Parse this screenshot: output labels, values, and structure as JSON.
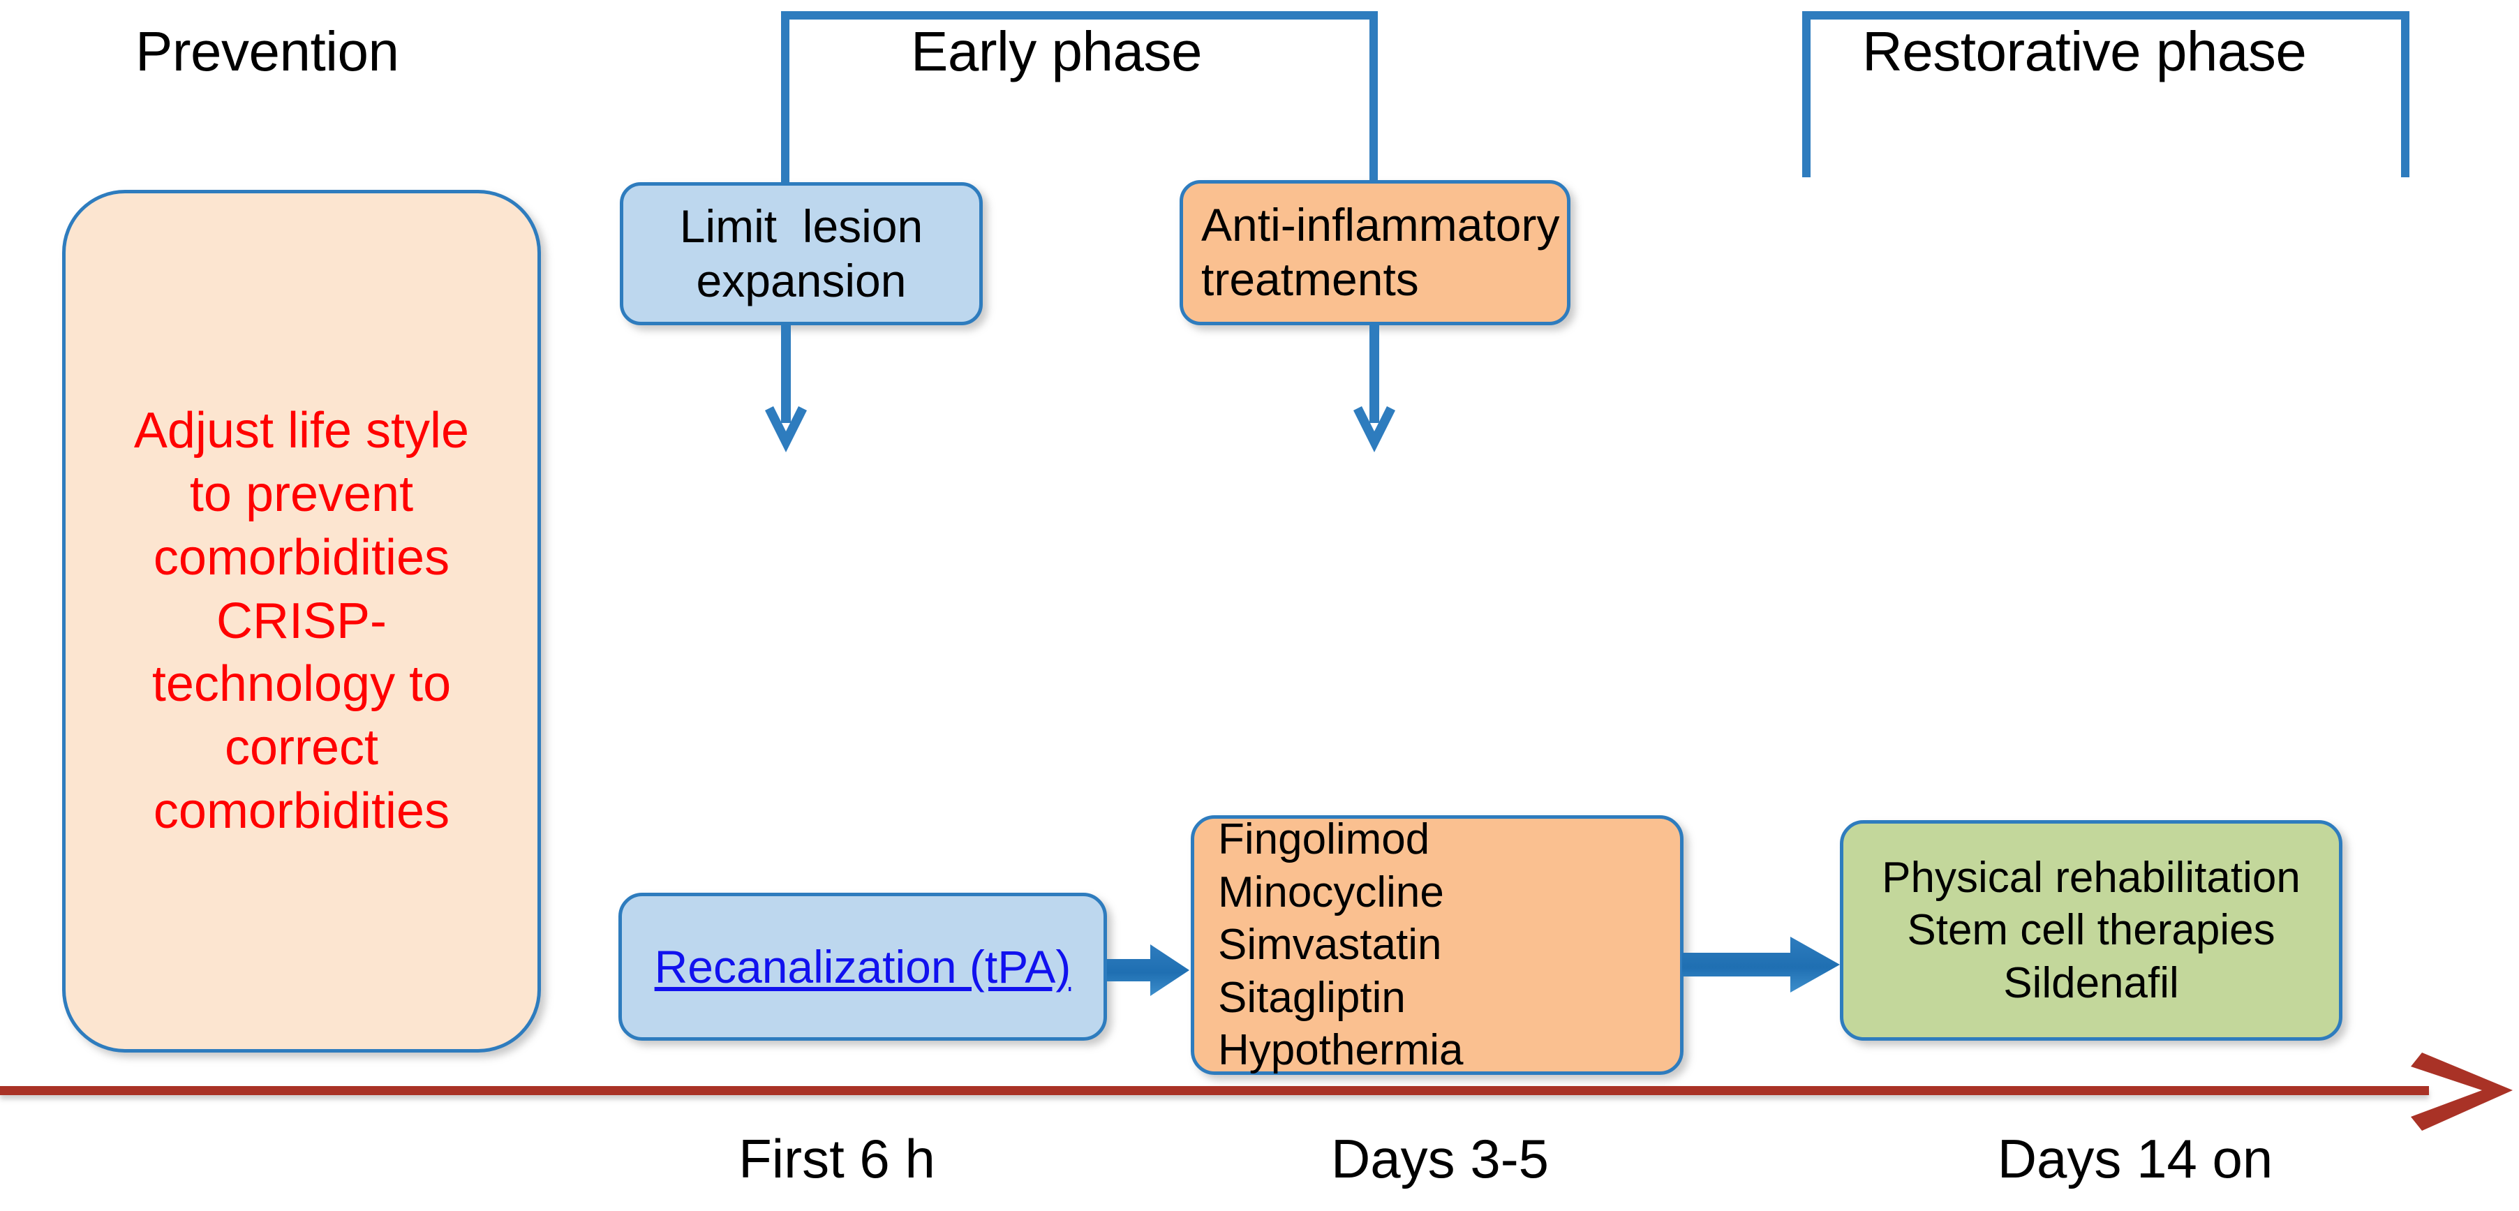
{
  "figure": {
    "type": "timeline-diagram",
    "background": "#ffffff",
    "accent_blue": "#2E7CBE",
    "timeline_color": "#A93226"
  },
  "phases": [
    {
      "id": "prevention",
      "label": "Prevention"
    },
    {
      "id": "early",
      "label": "Early phase"
    },
    {
      "id": "restorative",
      "label": "Restorative phase"
    }
  ],
  "boxes": {
    "prevention": {
      "fill": "#FCE5D0",
      "text_color": "#FF0000",
      "lines": [
        "Adjust life style",
        "to prevent",
        "comorbidities",
        "CRISP-",
        "technology to",
        "correct",
        "comorbidities"
      ]
    },
    "limit_lesion": {
      "fill": "#BDD7EE",
      "lines": [
        "Limit  lesion",
        "expansion"
      ]
    },
    "anti_inflammatory": {
      "fill": "#FAC090",
      "lines": [
        "Anti-inflammatory",
        "treatments"
      ]
    },
    "recanalization": {
      "fill": "#BDD7EE",
      "link_label": "Recanalization (tPA)",
      "link_color": "#1111EE"
    },
    "drug_list": {
      "fill": "#FAC090",
      "lines": [
        "Fingolimod",
        "Minocycline",
        "Simvastatin",
        "Sitagliptin",
        "Hypothermia"
      ]
    },
    "restorative_therapies": {
      "fill": "#C3D79B",
      "lines": [
        "Physical rehabilitation",
        "Stem cell therapies",
        "Sildenafil"
      ]
    }
  },
  "timeline": {
    "axis_label": "",
    "markers": [
      {
        "id": "first-6h",
        "label": "First 6 h"
      },
      {
        "id": "days-3-5",
        "label": "Days 3-5"
      },
      {
        "id": "days-14-on",
        "label": "Days 14 on"
      }
    ]
  },
  "connectors": [
    {
      "id": "limit-lesion-down-arrow",
      "direction": "down"
    },
    {
      "id": "anti-inflammatory-down-arrow",
      "direction": "down"
    },
    {
      "id": "recanalization-to-drugs",
      "direction": "right"
    },
    {
      "id": "drugs-to-restorative",
      "direction": "right"
    }
  ]
}
